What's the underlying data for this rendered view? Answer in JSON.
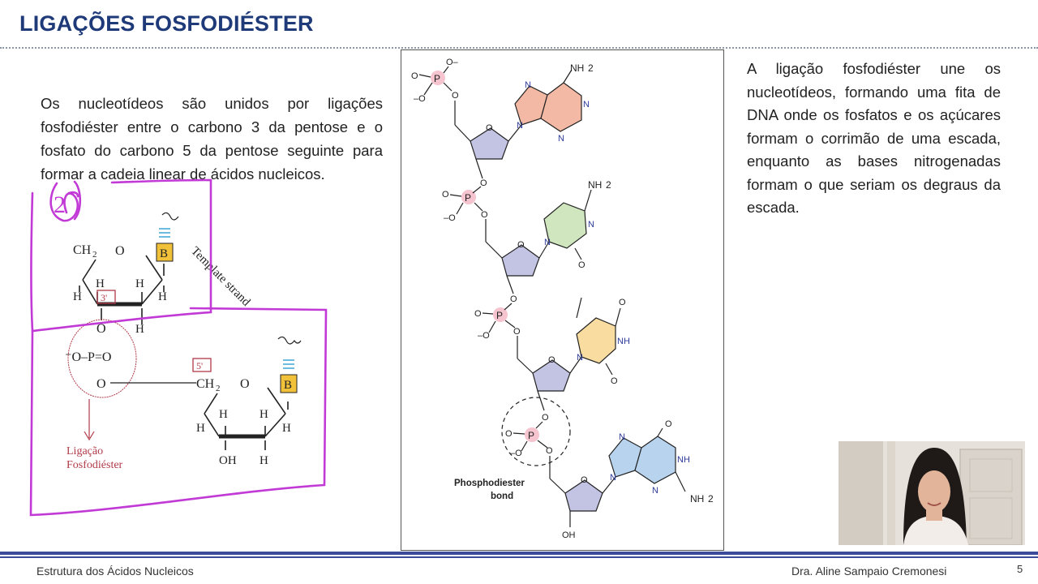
{
  "slide": {
    "title": "LIGAÇÕES FOSFODIÉSTER",
    "left_paragraph": "Os nucleotídeos são unidos por ligações fosfodiéster entre o carbono 3 da pentose e o fosfato do carbono 5 da pentose seguinte para formar a cadeia linear de ácidos nucleicos.",
    "right_paragraph": "A ligação fosfodiéster une os nucleotídeos, formando uma fita de DNA onde os fosfatos e os açúcares formam o corrimão de uma escada, enquanto as bases nitrogenadas formam o que seriam os degraus da escada.",
    "page_number": "5"
  },
  "left_figure": {
    "annotation_number": "2",
    "ch2": "CH",
    "ch2_sub": "2",
    "o": "O",
    "h": "H",
    "oh": "OH",
    "label_3prime": "3'",
    "label_5prime": "5'",
    "base": "B",
    "template_strand": "Template strand",
    "phosphate_top_o": "O",
    "phosphate_row": "⁻O–P=O",
    "phosphate_bottom_o": "O",
    "ligacao_line1": "Ligação",
    "ligacao_line2": "Fosfodiéster",
    "colors": {
      "pen": "#c23ad6",
      "highlight": "#b03a48",
      "base_fill": "#f2c13a"
    }
  },
  "right_figure": {
    "nh2": "NH",
    "nh2_sub": "2",
    "n": "N",
    "nh": "NH",
    "o": "O",
    "p": "P",
    "oh": "OH",
    "minus_o": "–O",
    "o_minus": "O–",
    "phosphodiester_line1": "Phosphodiester",
    "phosphodiester_line2": "bond",
    "colors": {
      "adenine": "#f3b9a4",
      "cytosine": "#cfe6bf",
      "thymine": "#f8dca0",
      "guanine": "#b8d3ee",
      "sugar": "#c3c3e3",
      "phosphate": "#f5c4cf"
    }
  },
  "footer": {
    "course": "Estrutura dos Ácidos Nucleicos",
    "author": "Dra. Aline Sampaio Cremonesi"
  }
}
